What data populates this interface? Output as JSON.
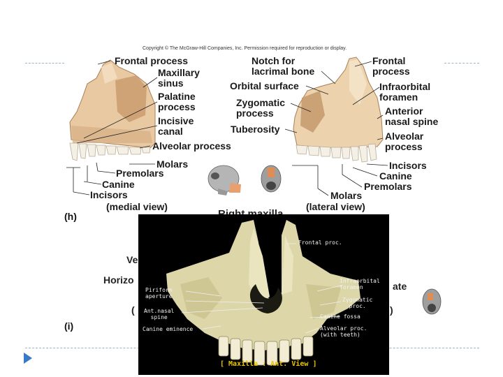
{
  "copyright": "Copyright © The McGraw-Hill Companies, Inc. Permission required for reproduction or display.",
  "medial": {
    "frontal_process": "Frontal process",
    "maxillary_sinus": "Maxillary\nsinus",
    "palatine_process": "Palatine\nprocess",
    "incisive_canal": "Incisive\ncanal",
    "alveolar_process": "Alveolar process",
    "molars": "Molars",
    "premolars": "Premolars",
    "canine": "Canine",
    "incisors": "Incisors",
    "view": "(medial view)",
    "panel": "(h)"
  },
  "lateral": {
    "notch": "Notch for\nlacrimal bone",
    "orbital_surface": "Orbital surface",
    "zygomatic_process": "Zygomatic\nprocess",
    "tuberosity": "Tuberosity",
    "frontal_process": "Frontal\nprocess",
    "infraorbital_foramen": "Infraorbital\nforamen",
    "anterior_nasal_spine": "Anterior\nnasal spine",
    "alveolar_process": "Alveolar\nprocess",
    "incisors": "Incisors",
    "canine": "Canine",
    "premolars": "Premolars",
    "molars": "Molars",
    "view": "(lateral view)"
  },
  "title_partial": "Right maxilla",
  "panel_i": "(i)",
  "bg_partials": {
    "ve": "Ve",
    "horizo": "Horizo",
    "paren": "(",
    "ate": "ate",
    "paren_close": ")"
  },
  "photo": {
    "frontal_proc": "Frontal proc.",
    "piriform": "Piriform\naperture",
    "ant_nasal": "Ant.nasal\nspine",
    "canine_eminence": "Canine eminence",
    "infraorbital": "Infraorbital\nforamen",
    "zygomatic": "Zygomatic\nproc.",
    "canine_fossa": "Canine fossa",
    "alveolar": "Alveolar proc.\n(with teeth)",
    "caption": "[ Maxilla : Ant. View ]"
  }
}
